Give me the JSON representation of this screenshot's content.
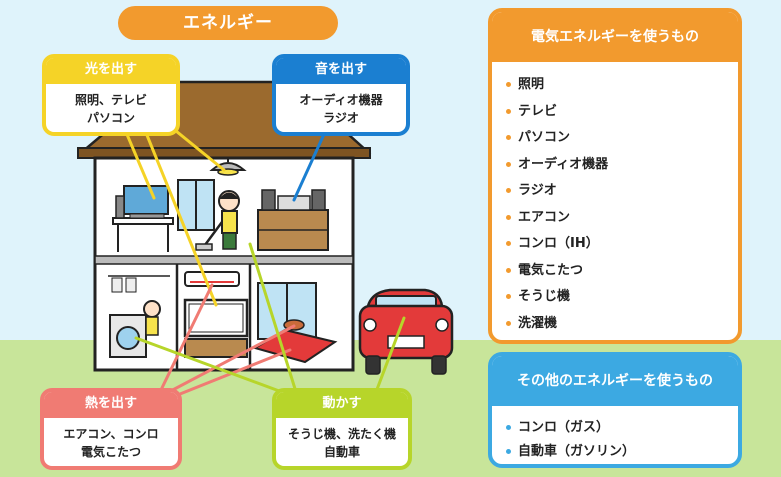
{
  "title": "エネルギー",
  "callouts": {
    "light": {
      "title": "光を出す",
      "line1": "照明、テレビ",
      "line2": "パソコン"
    },
    "sound": {
      "title": "音を出す",
      "line1": "オーディオ機器",
      "line2": "ラジオ"
    },
    "heat": {
      "title": "熱を出す",
      "line1": "エアコン、コンロ",
      "line2": "電気こたつ"
    },
    "move": {
      "title": "動かす",
      "line1": "そうじ機、洗たく機",
      "line2": "自動車"
    }
  },
  "electric_panel": {
    "title": "電気エネルギーを使うもの",
    "items": [
      "照明",
      "テレビ",
      "パソコン",
      "オーディオ機器",
      "ラジオ",
      "エアコン",
      "コンロ（IH）",
      "電気こたつ",
      "そうじ機",
      "洗濯機"
    ]
  },
  "other_panel": {
    "title": "その他のエネルギーを使うもの",
    "items": [
      "コンロ（ガス）",
      "自動車（ガソリン）"
    ]
  },
  "colors": {
    "orange": "#f29a2e",
    "yellow": "#f5d327",
    "blue": "#1b7fd1",
    "salmon": "#f07b73",
    "green": "#b7d52a",
    "sky_blue": "#3ca9e2",
    "roof_brown": "#9b6a2e",
    "car_red": "#e33a3a"
  }
}
